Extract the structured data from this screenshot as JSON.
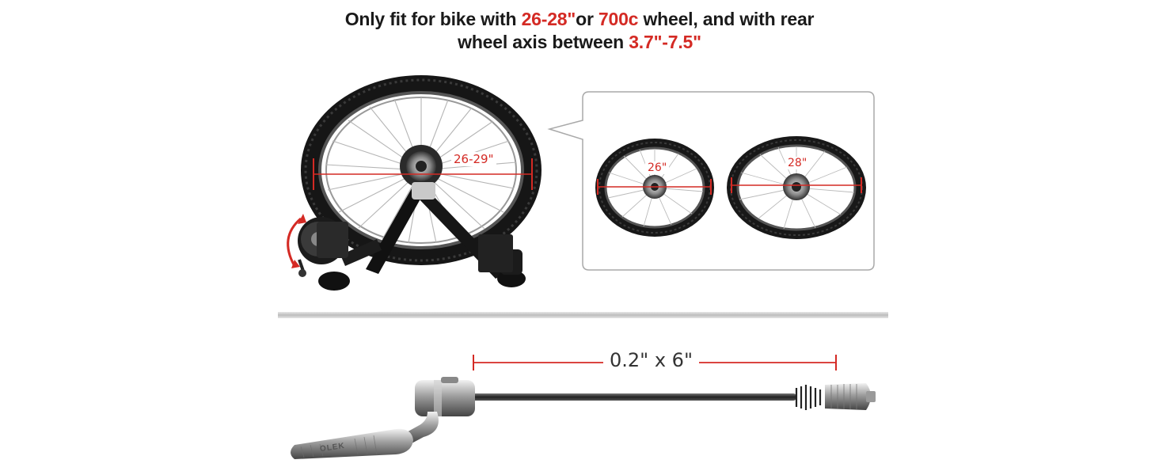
{
  "headline": {
    "line1_prefix": "Only fit for bike with ",
    "line1_red1": "26-28\"",
    "line1_mid": "or ",
    "line1_red2": "700c",
    "line1_suffix": " wheel, and with rear",
    "line2_prefix": "wheel axis between ",
    "line2_red": "3.7\"-7.5\""
  },
  "trainer": {
    "wheel_size_label": "26-29\""
  },
  "callout": {
    "wheel_small_label": "26\"",
    "wheel_large_label": "28\""
  },
  "skewer": {
    "dimension_label": "0.2\" x 6\"",
    "lever_text": "OLEK"
  },
  "colors": {
    "accent_red": "#d42a24",
    "text_dark": "#1a1a1a",
    "divider": "#c8c8c8"
  }
}
